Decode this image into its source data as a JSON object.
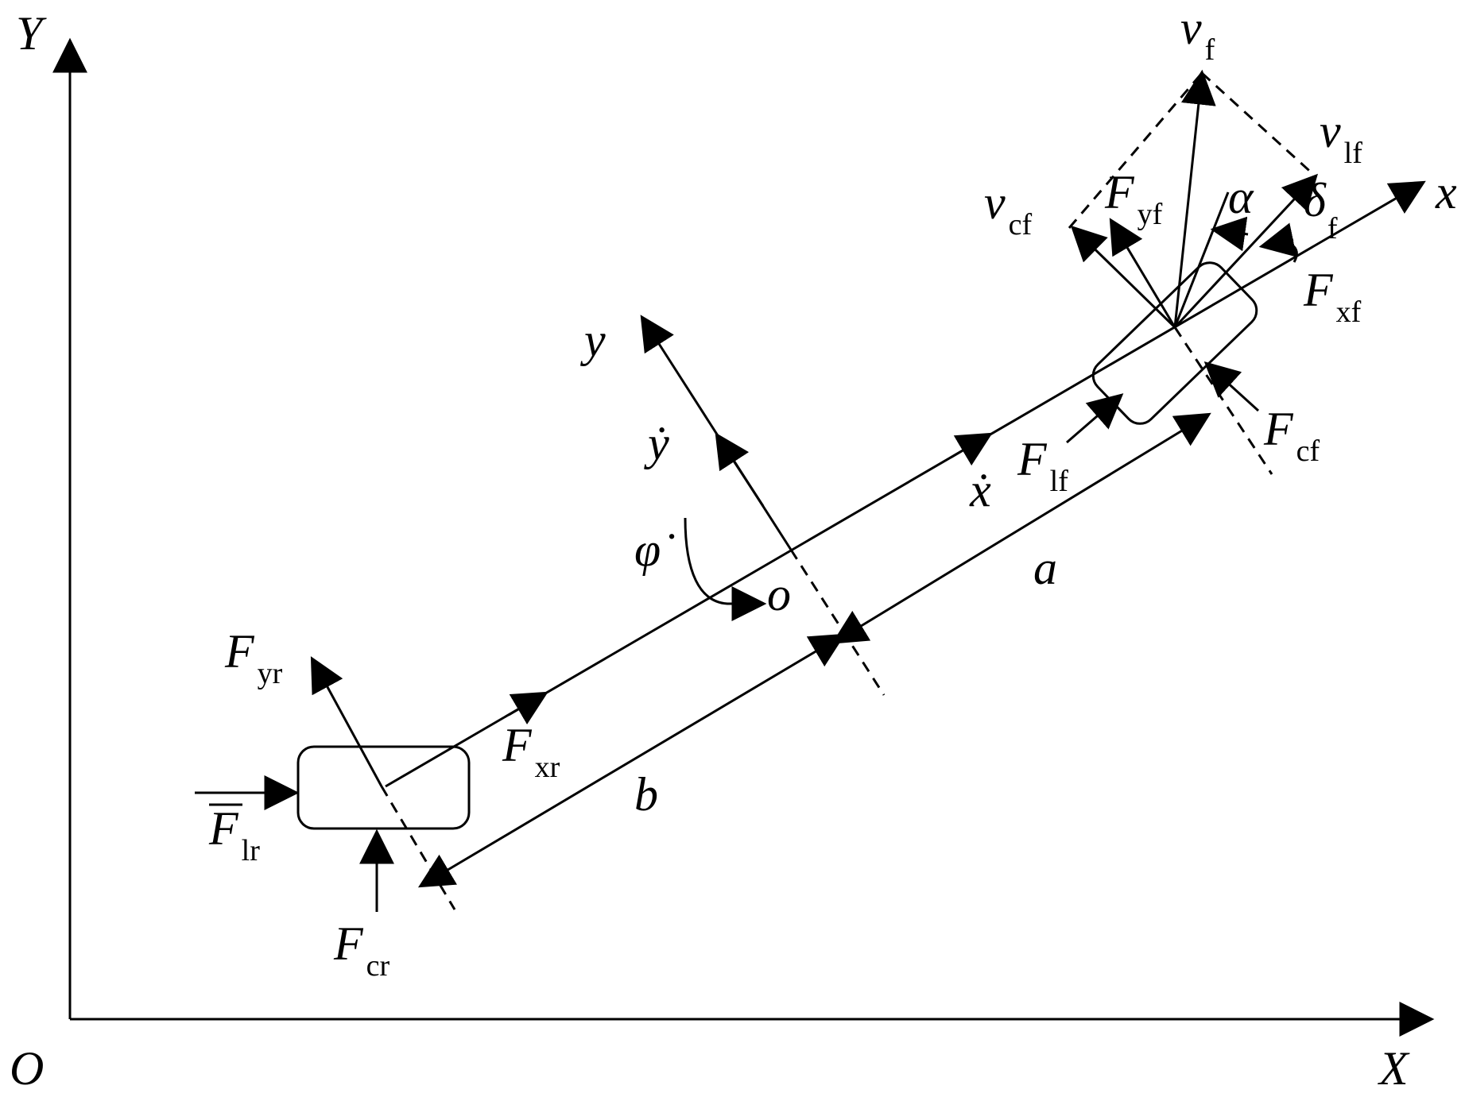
{
  "labels": {
    "Y": {
      "main": "Y"
    },
    "X": {
      "main": "X"
    },
    "O": {
      "main": "O"
    },
    "o": {
      "main": "o"
    },
    "x": {
      "main": "x"
    },
    "y": {
      "main": "y"
    },
    "xdot": {
      "main": "ẋ"
    },
    "ydot": {
      "main": "ẏ"
    },
    "phidot": {
      "main": "φ̇"
    },
    "a": {
      "main": "a"
    },
    "b": {
      "main": "b"
    },
    "vf": {
      "main": "v",
      "sub": "f"
    },
    "vlf": {
      "main": "v",
      "sub": "lf"
    },
    "vcf": {
      "main": "v",
      "sub": "cf"
    },
    "Fyf": {
      "main": "F",
      "sub": "yf"
    },
    "alpha": {
      "main": "α"
    },
    "deltaf": {
      "main": "δ",
      "sub": "f"
    },
    "Fxf": {
      "main": "F",
      "sub": "xf"
    },
    "Fcf": {
      "main": "F",
      "sub": "cf"
    },
    "Flf": {
      "main": "F",
      "sub": "lf"
    },
    "Fyr": {
      "main": "F",
      "sub": "yr"
    },
    "Fxr": {
      "main": "F",
      "sub": "xr"
    },
    "Flr": {
      "main": "F",
      "sub": "lr"
    },
    "Fcr": {
      "main": "F",
      "sub": "cr"
    }
  }
}
